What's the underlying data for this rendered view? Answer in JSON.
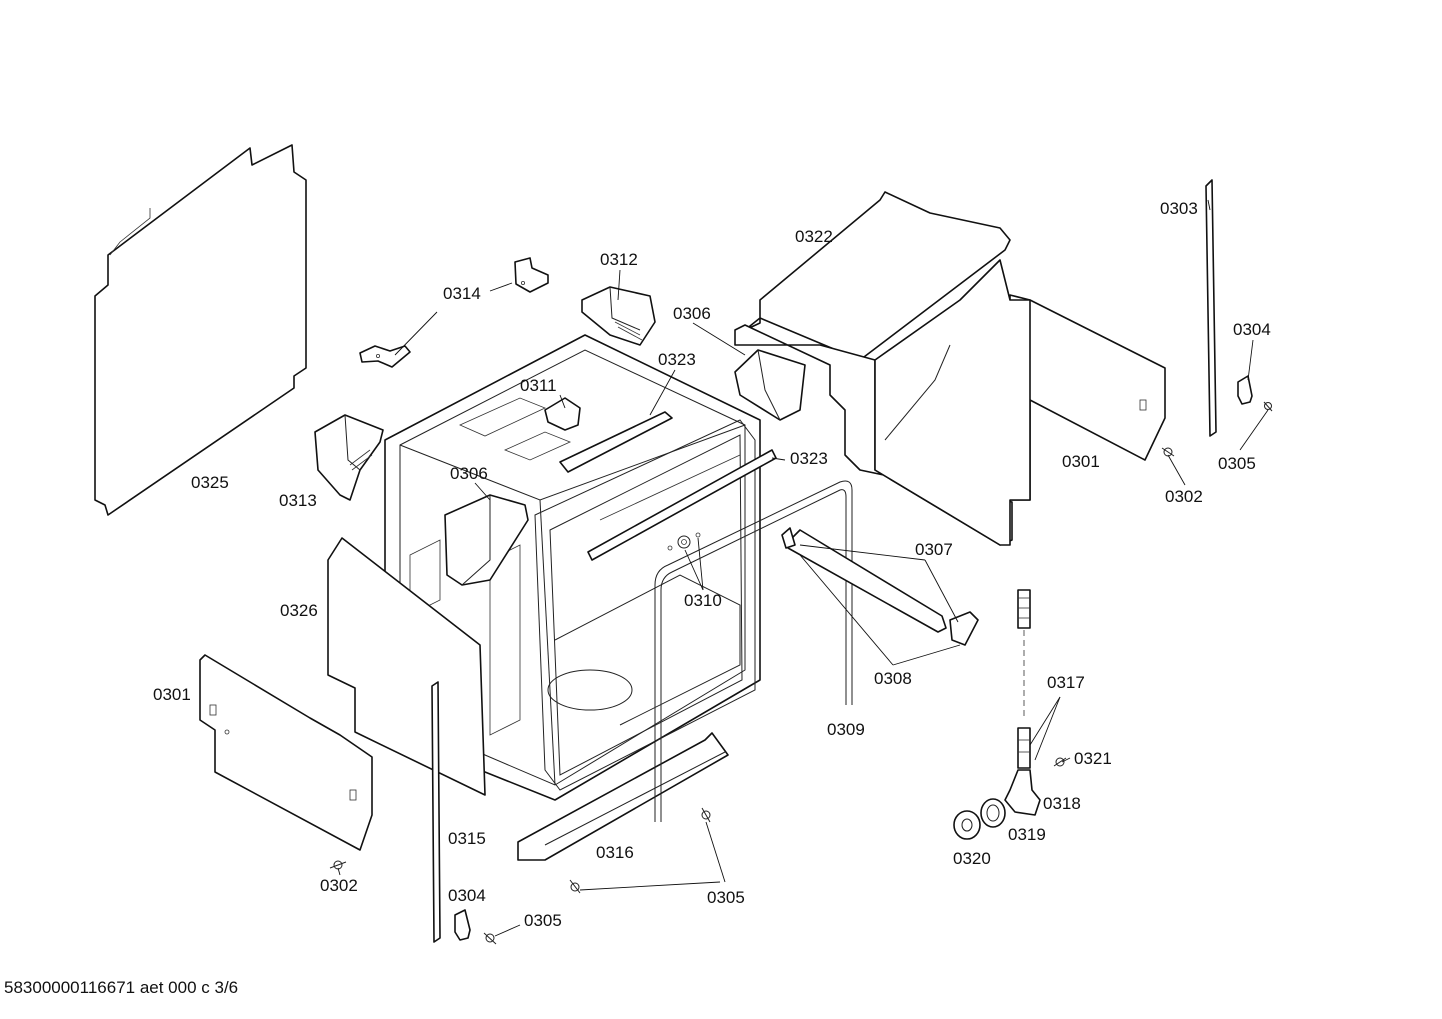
{
  "labels": {
    "l0301a": "0301",
    "l0301b": "0301",
    "l0302a": "0302",
    "l0302b": "0302",
    "l0303": "0303",
    "l0304a": "0304",
    "l0304b": "0304",
    "l0305a": "0305",
    "l0305b": "0305",
    "l0305c": "0305",
    "l0306a": "0306",
    "l0306b": "0306",
    "l0307": "0307",
    "l0308": "0308",
    "l0309": "0309",
    "l0310": "0310",
    "l0311": "0311",
    "l0312": "0312",
    "l0313": "0313",
    "l0314": "0314",
    "l0315": "0315",
    "l0316": "0316",
    "l0317": "0317",
    "l0318": "0318",
    "l0319": "0319",
    "l0320": "0320",
    "l0321": "0321",
    "l0322": "0322",
    "l0323a": "0323",
    "l0323b": "0323",
    "l0325": "0325",
    "l0326": "0326"
  },
  "footer": {
    "doc_id": "58300000116671 aet 000 c 3/6"
  }
}
